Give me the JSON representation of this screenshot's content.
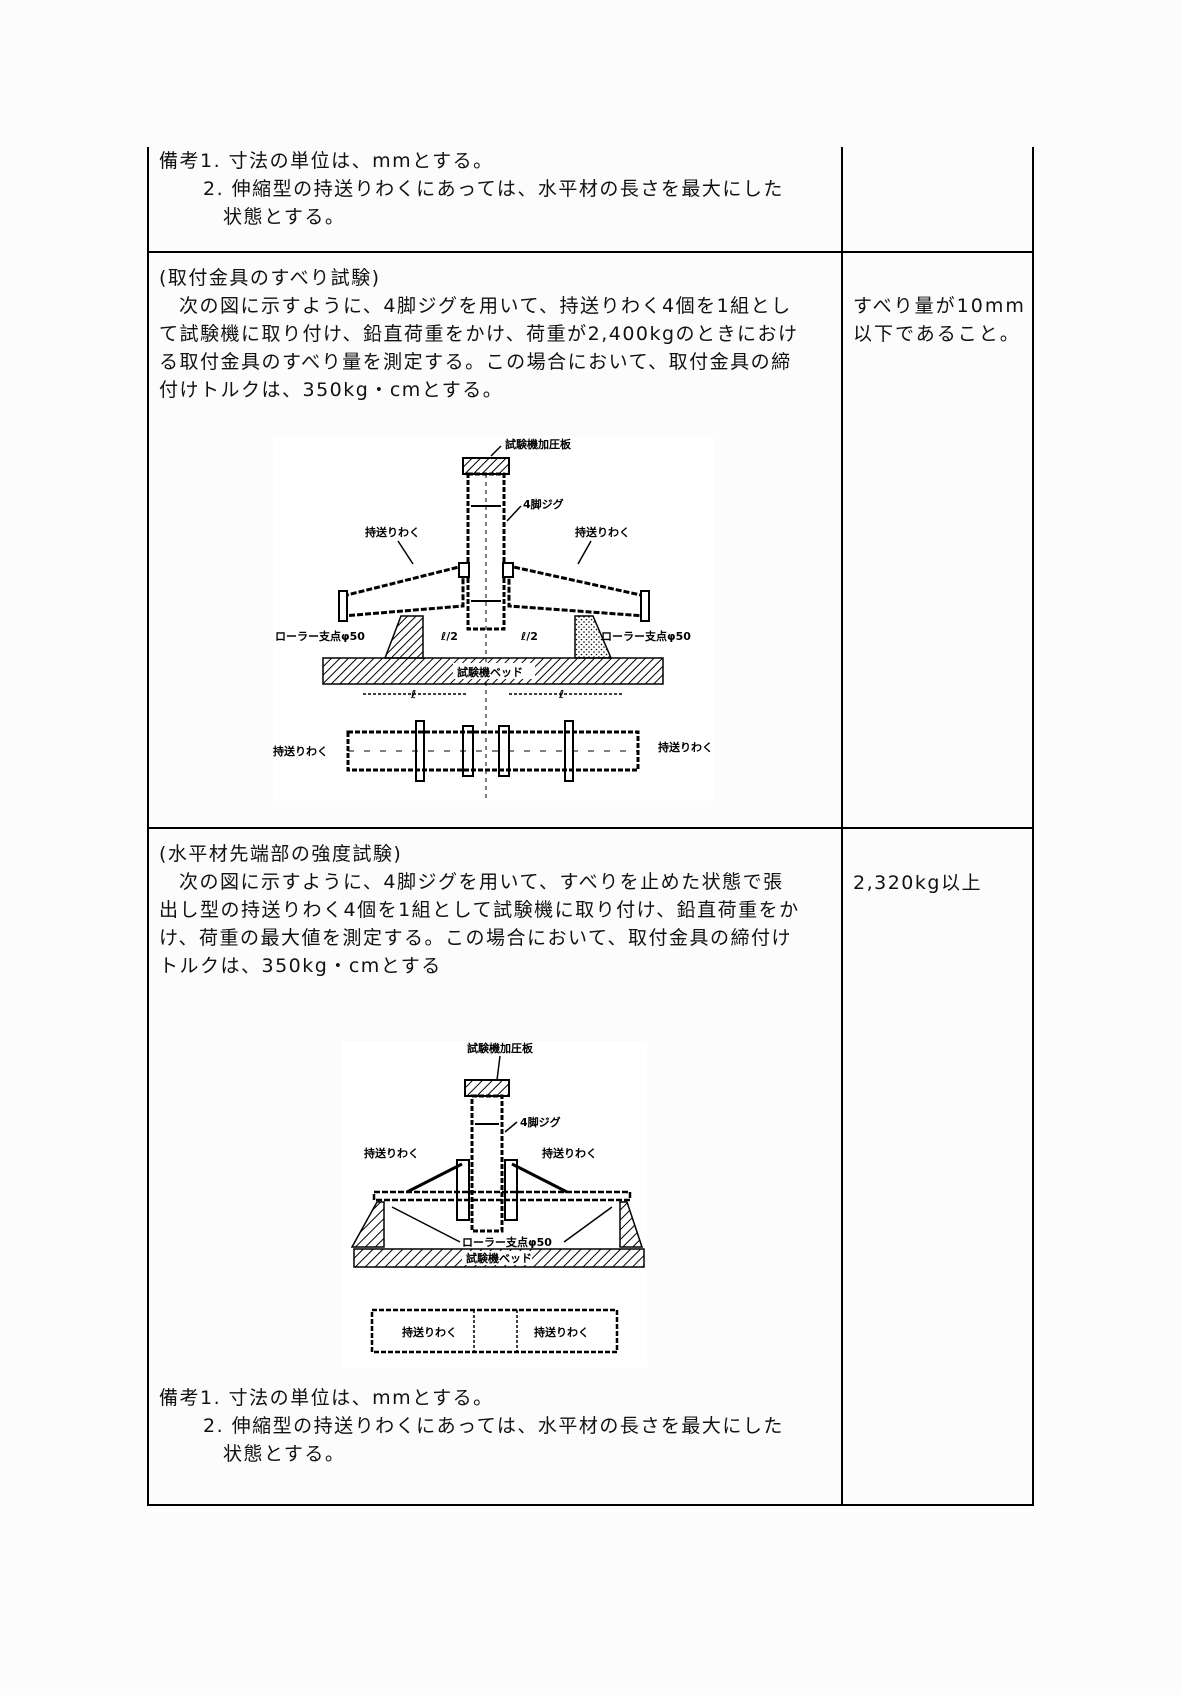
{
  "row1": {
    "notes": [
      "備考1. 寸法の単位は、mmとする。",
      "2. 伸縮型の持送りわくにあっては、水平材の長さを最大にした",
      "状態とする。"
    ],
    "criterion": ""
  },
  "row2": {
    "heading": "(取付金具のすべり試験)",
    "body_lines": [
      "次の図に示すように、4脚ジグを用いて、持送りわく4個を1組とし",
      "て試験機に取り付け、鉛直荷重をかけ、荷重が2,400kgのときにおけ",
      "る取付金具のすべり量を測定する。この場合において、取付金具の締",
      "付けトルクは、350kg・cmとする。"
    ],
    "criterion_lines": [
      "すべり量が10mm",
      "以下であること。"
    ],
    "figure": {
      "labels": {
        "press_plate": "試験機加圧板",
        "jig": "4脚ジグ",
        "bracket_left": "持送りわく",
        "bracket_right": "持送りわく",
        "roller_left": "ローラー支点φ50",
        "roller_right": "ローラー支点φ50",
        "bed": "試験機ベッド",
        "dim_half": "ℓ/2",
        "dim_full": "ℓ",
        "plan_left": "持送りわく",
        "plan_right": "持送りわく"
      }
    }
  },
  "row3": {
    "heading": "(水平材先端部の強度試験)",
    "body_lines": [
      "次の図に示すように、4脚ジグを用いて、すべりを止めた状態で張",
      "出し型の持送りわく4個を1組として試験機に取り付け、鉛直荷重をか",
      "け、荷重の最大値を測定する。この場合において、取付金具の締付け",
      "トルクは、350kg・cmとする"
    ],
    "criterion": "2,320kg以上",
    "figure": {
      "labels": {
        "press_plate": "試験機加圧板",
        "jig": "4脚ジグ",
        "bracket_left": "持送りわく",
        "bracket_right": "持送りわく",
        "roller": "ローラー支点φ50",
        "bed": "試験機ベッド",
        "plan_left": "持送りわく",
        "plan_right": "持送りわく"
      }
    },
    "notes": [
      "備考1. 寸法の単位は、mmとする。",
      "2. 伸縮型の持送りわくにあっては、水平材の長さを最大にした",
      "状態とする。"
    ]
  }
}
